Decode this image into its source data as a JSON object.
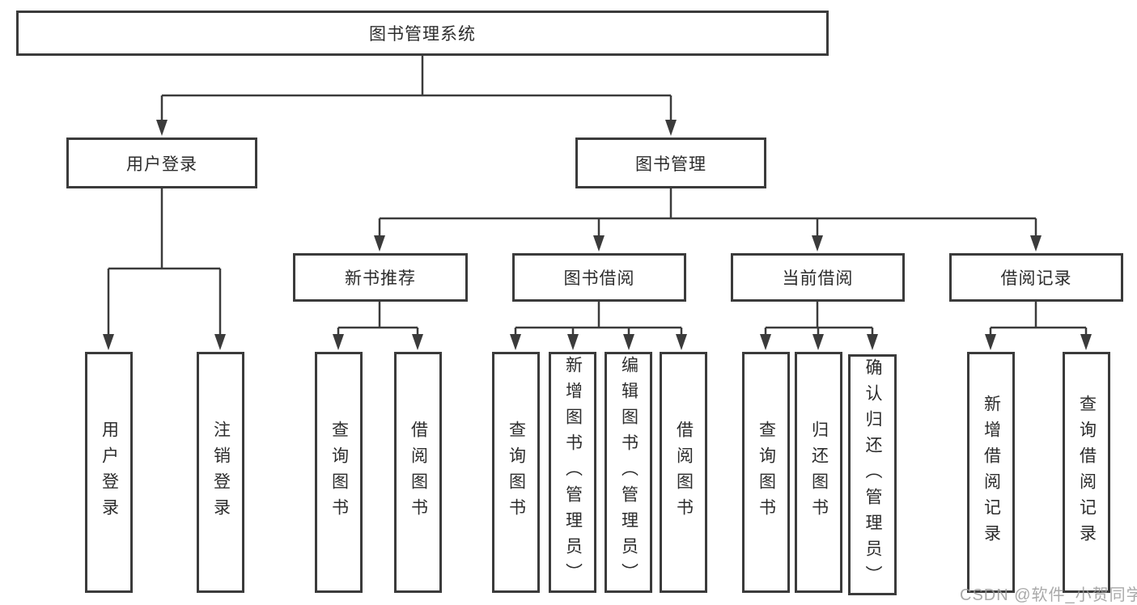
{
  "colors": {
    "line": "#3b3b3b",
    "text": "#2c2c2c",
    "watermark": "#9b9b9b",
    "background": "#ffffff"
  },
  "diagram": {
    "root": {
      "label": "图书管理系统"
    },
    "level2": [
      {
        "label": "用户登录"
      },
      {
        "label": "图书管理"
      }
    ],
    "level3": [
      {
        "label": "新书推荐"
      },
      {
        "label": "图书借阅"
      },
      {
        "label": "当前借阅"
      },
      {
        "label": "借阅记录"
      }
    ],
    "leaves": {
      "user_login": [
        "用户登录",
        "注销登录"
      ],
      "new_book_recommend": [
        "查询图书",
        "借阅图书"
      ],
      "book_borrow": [
        "查询图书",
        "新增图书（管理员）",
        "编辑图书（管理员）",
        "借阅图书"
      ],
      "current_borrow": [
        "查询图书",
        "归还图书",
        "确认归还（管理员）"
      ],
      "borrow_records": [
        "新增借阅记录",
        "查询借阅记录"
      ]
    },
    "watermark": "CSDN @软件_小贺同学"
  }
}
